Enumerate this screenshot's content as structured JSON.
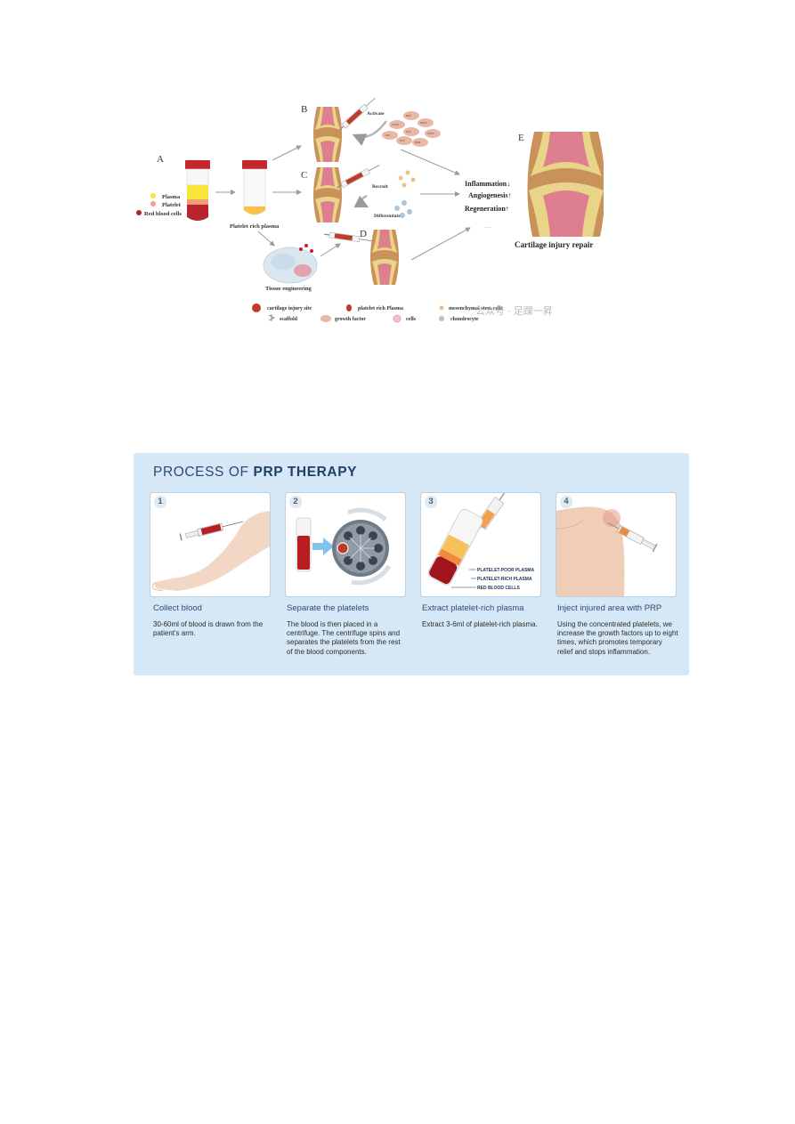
{
  "figure": {
    "panel_labels": [
      "A",
      "B",
      "C",
      "D",
      "E"
    ],
    "tube_labels": [
      "Plasma",
      "Platelet",
      "Red blood cells"
    ],
    "platelet_rich_plasma_label": "Platelet rich plasma",
    "tissue_engineering_label": "Tissue engineering",
    "activate_label": "Activate",
    "recruit_label": "Recruit",
    "differentiate_label": "Differentiate",
    "growth_factor_tags": [
      "HGF",
      "PDGF",
      "TGF-β",
      "VEGF",
      "EGF",
      "IGF",
      "FGF",
      "BMP"
    ],
    "outcomes": [
      "Inflammation↓",
      "Angiogenesis↑",
      "Regeneration↑",
      "……"
    ],
    "repair_label": "Cartilage injury repair",
    "legend": [
      "cartilage injury site",
      "platelet rich Plasma",
      "mesenchymal stem cells",
      "scaffold",
      "growth factor",
      "cells",
      "chondrocyte"
    ],
    "watermark": "公众号 · 足踝一昇"
  },
  "infographic": {
    "title_prefix": "PROCESS OF ",
    "title_bold": "PRP THERAPY",
    "steps": [
      {
        "number": "1",
        "title": "Collect blood",
        "text": "30-60ml of blood is drawn from the patient's arm."
      },
      {
        "number": "2",
        "title": "Separate the platelets",
        "text": "The blood is then placed in a centrifuge. The centrifuge spins and separates the platelets from the rest of the blood components."
      },
      {
        "number": "3",
        "title": "Extract platelet-rich plasma",
        "text": "Extract 3-6ml of platelet-rich plasma."
      },
      {
        "number": "4",
        "title": "Inject injured area with PRP",
        "text": "Using the concentrated platelets, we increase the growth factors up to eight times, which promotes temporary relief and stops inflammation."
      }
    ],
    "layer_labels": [
      "PLATELET-POOR PLASMA",
      "PLATELET-RICH PLASMA",
      "RED BLOOD CELLS"
    ]
  }
}
